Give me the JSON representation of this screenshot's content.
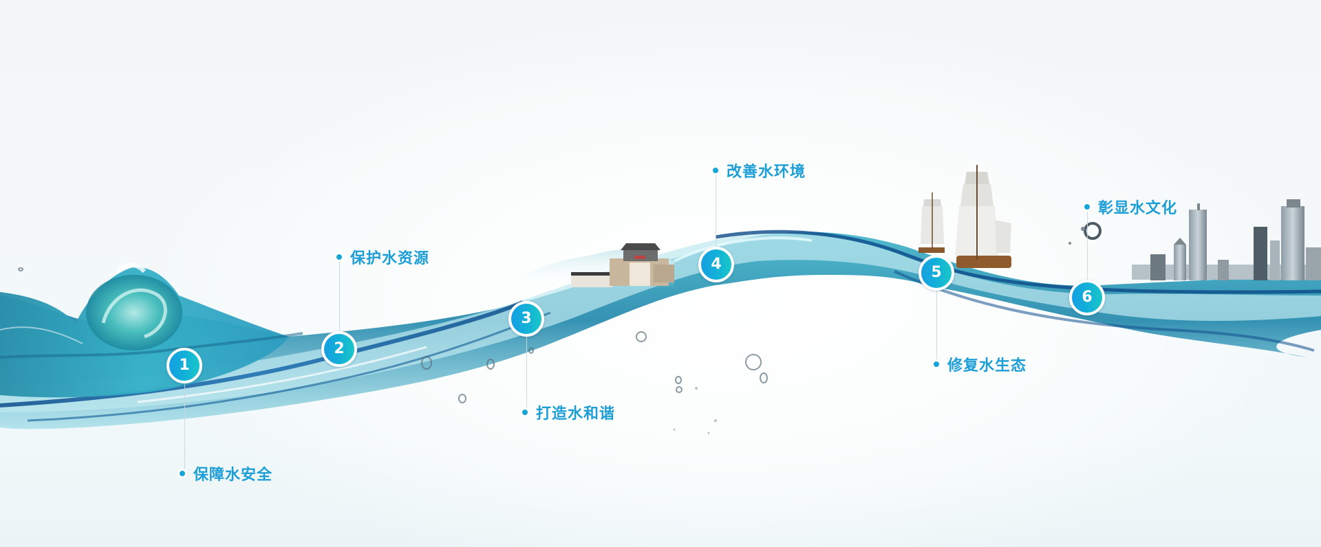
{
  "accent_color": "#1d9ed6",
  "marker_gradient": [
    "#169fe2",
    "#1ac6c8"
  ],
  "timeline": {
    "steps": [
      {
        "number": "1",
        "label": "保障水安全",
        "scene": "breaking-ocean-wave"
      },
      {
        "number": "2",
        "label": "保护水资源",
        "scene": "water-ripple"
      },
      {
        "number": "3",
        "label": "打造水和谐",
        "scene": "ancient-village-gate"
      },
      {
        "number": "4",
        "label": "改善水环境",
        "scene": "wave-crest"
      },
      {
        "number": "5",
        "label": "修复水生态",
        "scene": "sailing-ships"
      },
      {
        "number": "6",
        "label": "彰显水文化",
        "scene": "city-skyline"
      }
    ]
  }
}
